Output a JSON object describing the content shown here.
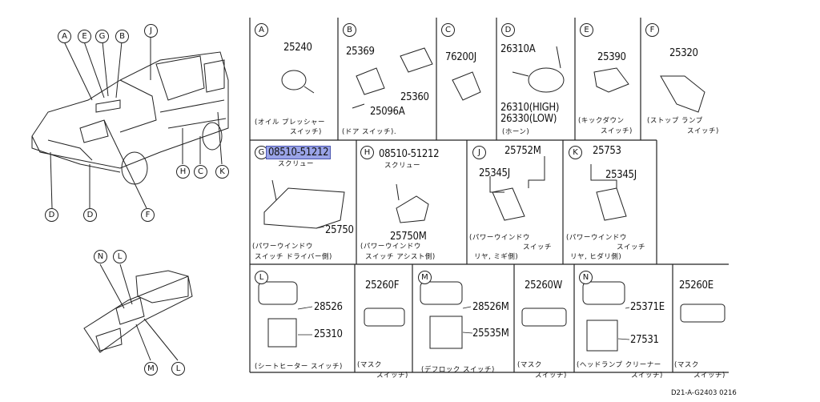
{
  "callouts": {
    "car": [
      "A",
      "E",
      "G",
      "B",
      "J",
      "D",
      "D",
      "H",
      "C",
      "K",
      "F"
    ],
    "console": [
      "N",
      "L",
      "M",
      "L"
    ]
  },
  "sections": [
    {
      "id": "A",
      "parts": [
        "25240"
      ],
      "caption": [
        "(オイル プレッシャー",
        "スイッチ)"
      ]
    },
    {
      "id": "B",
      "parts": [
        "25369",
        "25360",
        "25096A"
      ],
      "caption": [
        "(ドア スイッチ)."
      ]
    },
    {
      "id": "C",
      "parts": [
        "76200J"
      ],
      "caption": []
    },
    {
      "id": "D",
      "parts": [
        "26310A",
        "26310(HIGH)",
        "26330(LOW)"
      ],
      "caption": [
        "(ホーン)"
      ]
    },
    {
      "id": "E",
      "parts": [
        "25390"
      ],
      "caption": [
        "(キックダウン",
        "スイッチ)"
      ]
    },
    {
      "id": "F",
      "parts": [
        "25320"
      ],
      "caption": [
        "(ストップ ランプ",
        "スイッチ)"
      ]
    },
    {
      "id": "G",
      "parts": [
        "08510-51212",
        "25750"
      ],
      "sub": "スクリュー",
      "caption": [
        "(パワーウインドウ",
        "スイッチ ドライバー側)"
      ]
    },
    {
      "id": "H",
      "parts": [
        "08510-51212",
        "25750M"
      ],
      "sub": "スクリュー",
      "caption": [
        "(パワーウインドウ",
        "スイッチ アシスト側)"
      ]
    },
    {
      "id": "J",
      "parts": [
        "25752M",
        "25345J"
      ],
      "caption": [
        "(パワーウインドウ",
        "スイッチ",
        "リヤ, ミギ側)"
      ]
    },
    {
      "id": "K",
      "parts": [
        "25753",
        "25345J"
      ],
      "caption": [
        "(パワーウインドウ",
        "スイッチ",
        "リヤ, ヒダリ側)"
      ]
    },
    {
      "id": "L",
      "parts": [
        "28526",
        "25310"
      ],
      "caption": [
        "(シートヒーター スイッチ)"
      ]
    },
    {
      "id": "L2",
      "parts": [
        "25260F"
      ],
      "caption": [
        "(マスク",
        "スイッチ)"
      ]
    },
    {
      "id": "M",
      "parts": [
        "28526M",
        "25535M"
      ],
      "caption": [
        "(デフロック スイッチ)"
      ]
    },
    {
      "id": "M2",
      "parts": [
        "25260W"
      ],
      "caption": [
        "(マスク",
        "スイッチ)"
      ]
    },
    {
      "id": "N",
      "parts": [
        "25371E",
        "27531"
      ],
      "caption": [
        "(ヘッドランプ クリーナー",
        "スイッチ)"
      ]
    },
    {
      "id": "N2",
      "parts": [
        "25260E"
      ],
      "caption": [
        "(マスク",
        "スイッチ)"
      ]
    }
  ],
  "labels": {
    "A": "A",
    "B": "B",
    "C": "C",
    "D": "D",
    "E": "E",
    "F": "F",
    "G": "G",
    "H": "H",
    "J": "J",
    "K": "K",
    "L": "L",
    "M": "M",
    "N": "N"
  },
  "footer_code": "D21-A-G2403 0216",
  "highlight_color": "#9aa4e8"
}
